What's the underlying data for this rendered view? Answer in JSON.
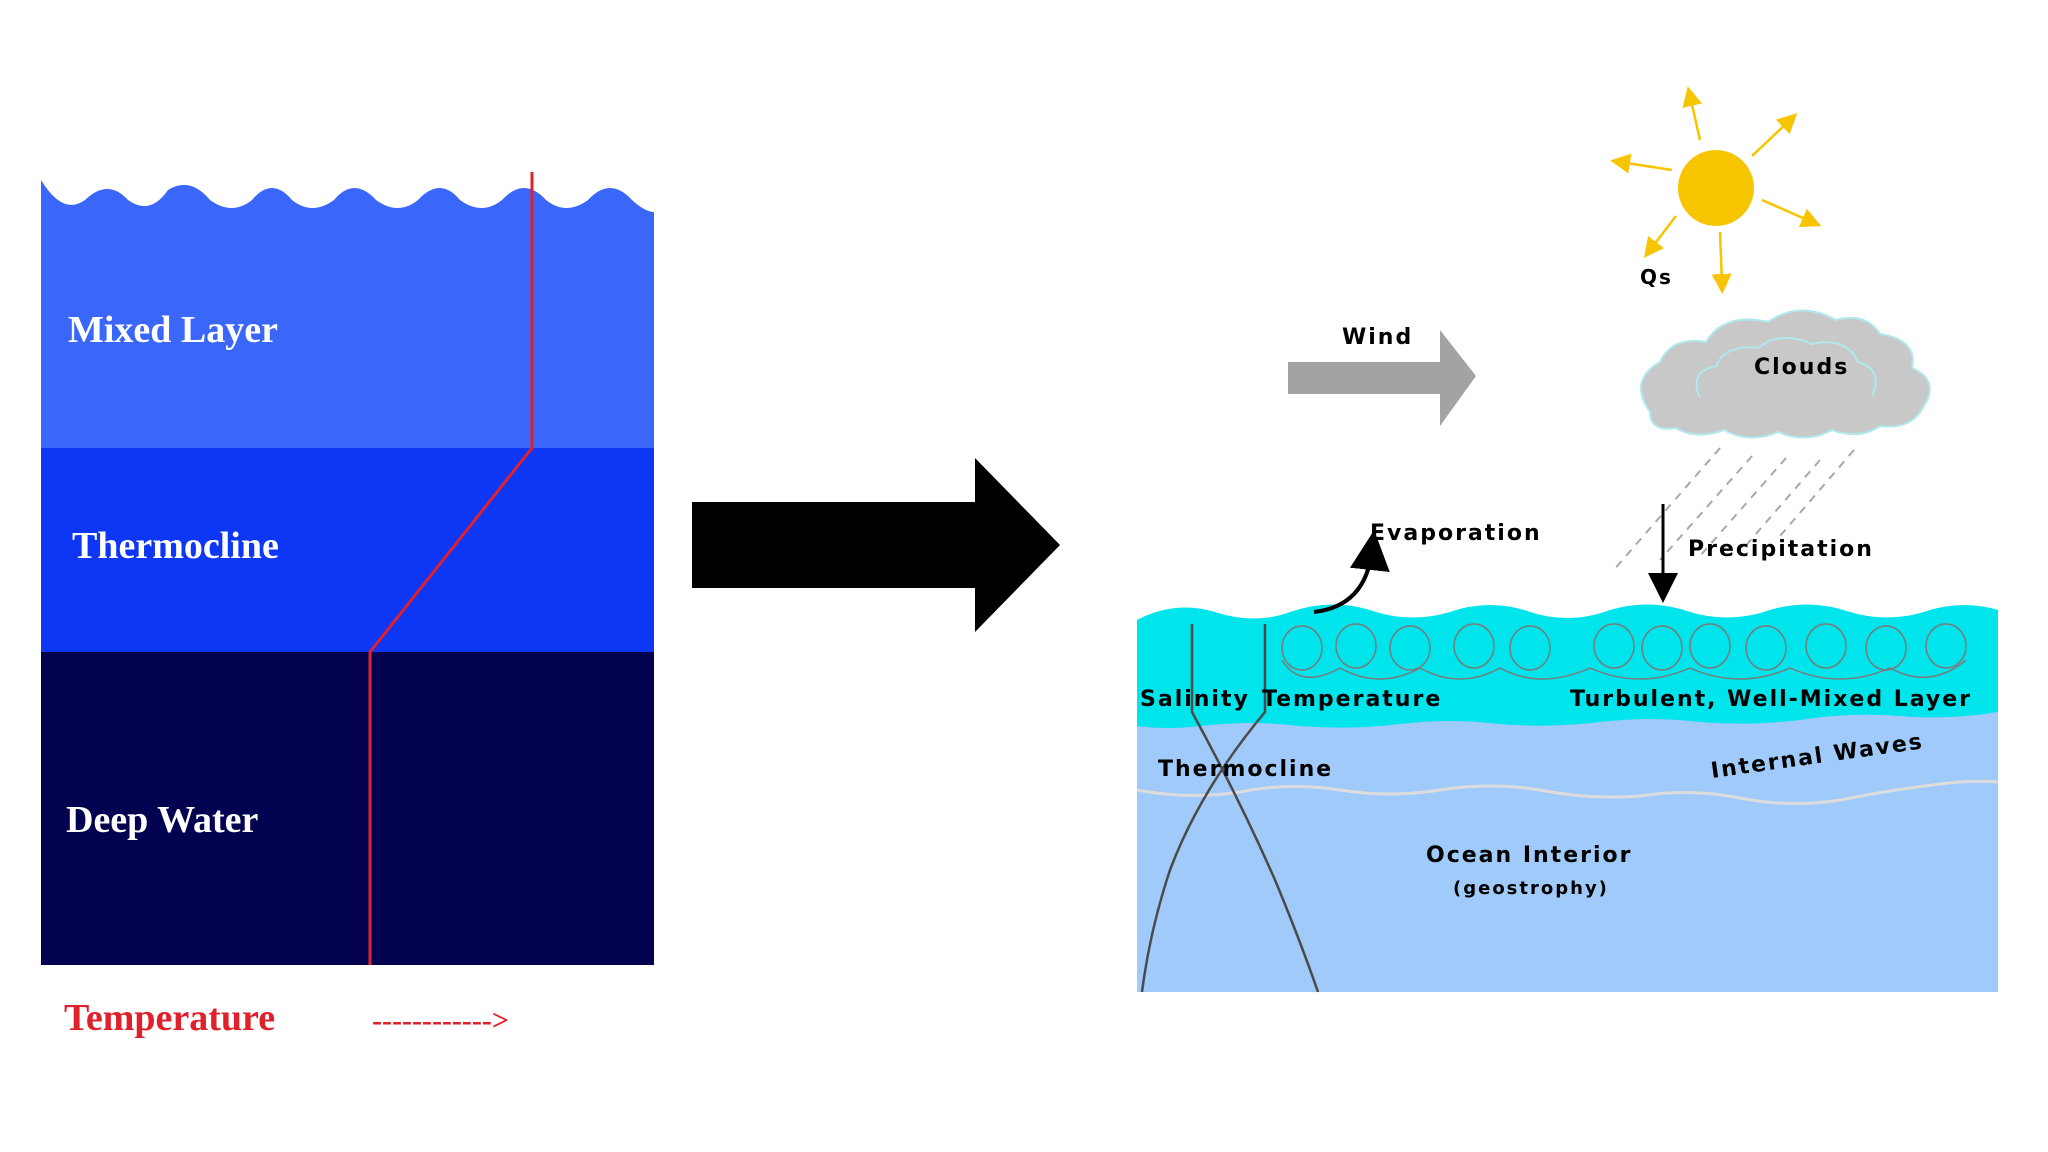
{
  "left_panel": {
    "layers": {
      "mixed": {
        "label": "Mixed Layer",
        "color": "#3b66fa"
      },
      "thermocline": {
        "label": "Thermocline",
        "color": "#0e36f5"
      },
      "deep": {
        "label": "Deep Water",
        "color": "#020250"
      }
    },
    "temperature_label": "Temperature",
    "temperature_arrow": "------------>",
    "profile_color": "#e0202a"
  },
  "right_panel": {
    "sun_label": "Qs",
    "wind_label": "Wind",
    "clouds_label": "Clouds",
    "evaporation_label": "Evaporation",
    "precipitation_label": "Precipitation",
    "salinity_label": "Salinity",
    "temperature_label": "Temperature",
    "mixed_layer_label": "Turbulent, Well-Mixed Layer",
    "thermocline_label": "Thermocline",
    "internal_waves_label": "Internal Waves",
    "interior_label": "Ocean Interior",
    "interior_sub_label": "(geostrophy)",
    "colors": {
      "mixed_layer": "#00e4ec",
      "interior": "#9fcaf9",
      "sun": "#f7c400",
      "cloud": "#c8c8c8",
      "wind_arrow": "#a3a3a3"
    }
  }
}
